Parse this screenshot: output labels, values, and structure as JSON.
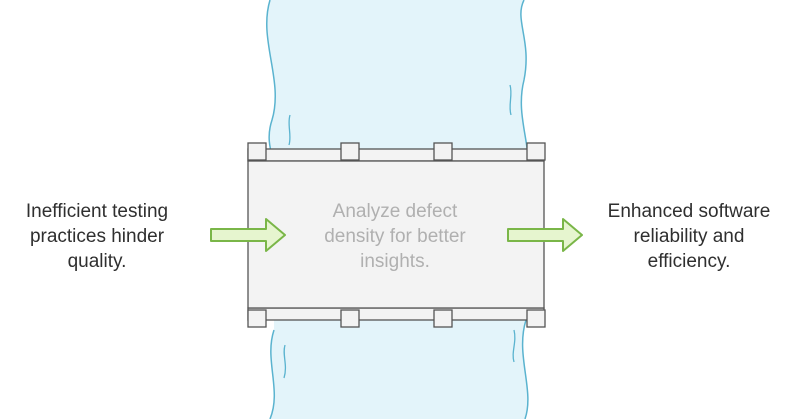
{
  "input": {
    "lines": [
      "Inefficient testing",
      "practices hinder",
      "quality."
    ]
  },
  "process": {
    "lines": [
      "Analyze defect",
      "density for better",
      "insights."
    ]
  },
  "output": {
    "lines": [
      "Enhanced software",
      "reliability and",
      "efficiency."
    ]
  },
  "colors": {
    "river_fill": "#e3f4fa",
    "river_edge": "#5ab3cf",
    "box_fill": "#f3f3f3",
    "box_stroke": "#555555",
    "arrow_fill": "#e6f5cf",
    "arrow_stroke": "#7ab648",
    "text": "#2f2f2f",
    "process_text": "#b0b0b0"
  }
}
